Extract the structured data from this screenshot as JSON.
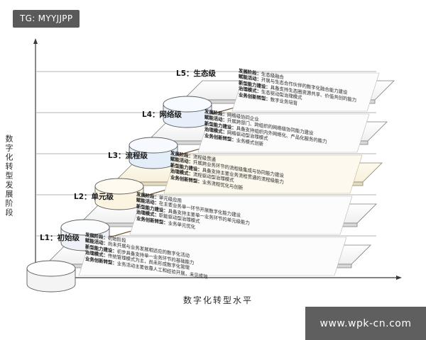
{
  "badge": {
    "tg_label": "TG: MYYJJPP"
  },
  "watermark": {
    "text": "www.wpk-cn.com"
  },
  "axes": {
    "y_label": "数字化转型发展阶段",
    "x_label": "数字化转型水平"
  },
  "diagram": {
    "title": "",
    "levels": [
      {
        "id": "L1",
        "name": "L1：初始级",
        "cylinder_fill": "#f2f2f2",
        "panel_fill": "#fbfbfb",
        "rows": [
          {
            "key": "发展阶段：",
            "value": "初始阶段"
          },
          {
            "key": "赋能活动：",
            "value": "尚未开展与业务发展相适应的数字化活动"
          },
          {
            "key": "新型能力建设：",
            "value": "初步具备支持单一业务环节的基础能力"
          },
          {
            "key": "治理模式：",
            "value": "传统管理模式为主，尚未形成数字化管理"
          },
          {
            "key": "业务创新转型：",
            "value": "业务活动主要依靠人工和经验开展，未见成效"
          }
        ]
      },
      {
        "id": "L2",
        "name": "L2：单元级",
        "cylinder_fill": "#eef2f8",
        "panel_fill": "#fbfbfb",
        "rows": [
          {
            "key": "发展阶段：",
            "value": "单元级应用"
          },
          {
            "key": "赋能活动：",
            "value": "在主要业务单一环节开展数字化能力建设"
          },
          {
            "key": "新型能力建设：",
            "value": "具备支持主要单一业务环节的单元级能力"
          },
          {
            "key": "治理模式：",
            "value": "职能驱动型治理模式"
          },
          {
            "key": "业务创新转型：",
            "value": "业务单元优化"
          }
        ]
      },
      {
        "id": "L3",
        "name": "L3：流程级",
        "cylinder_fill": "#fdf7e6",
        "panel_fill": "#fdf9ee",
        "rows": [
          {
            "key": "发展阶段：",
            "value": "流程级贯通"
          },
          {
            "key": "赋能活动：",
            "value": "开展跨业务环节的流程级集成与协同能力建设"
          },
          {
            "key": "新型能力建设：",
            "value": "具备支持主要业务流程贯通的流程级能力"
          },
          {
            "key": "治理模式：",
            "value": "流程驱动型治理模式"
          },
          {
            "key": "业务创新转型：",
            "value": "业务流程优化与创新"
          }
        ]
      },
      {
        "id": "L4",
        "name": "L4：网络级",
        "cylinder_fill": "#e9f1fa",
        "panel_fill": "#fbfbfb",
        "rows": [
          {
            "key": "发展阶段：",
            "value": "网络级协同企业"
          },
          {
            "key": "赋能活动：",
            "value": "开展跨部门、跨组织的网络级协同能力建设"
          },
          {
            "key": "新型能力建设：",
            "value": "具备支持组织内外网络化、产品化服务的能力"
          },
          {
            "key": "治理模式：",
            "value": "网络驱动型治理模式"
          },
          {
            "key": "业务创新转型：",
            "value": "业务模式创新"
          }
        ]
      },
      {
        "id": "L5",
        "name": "L5：生态级",
        "cylinder_fill": "#eaf2fb",
        "panel_fill": "#fbfbfb",
        "rows": [
          {
            "key": "发展阶段：",
            "value": "生态级融合"
          },
          {
            "key": "赋能活动：",
            "value": "开展与生态合作伙伴的数字化融合能力建设"
          },
          {
            "key": "新型能力建设：",
            "value": "具备支持生态圈资源共享、价值共创的能力"
          },
          {
            "key": "治理模式：",
            "value": "生态驱动型治理模式"
          },
          {
            "key": "业务创新转型：",
            "value": "数字业务培育"
          }
        ]
      }
    ]
  }
}
